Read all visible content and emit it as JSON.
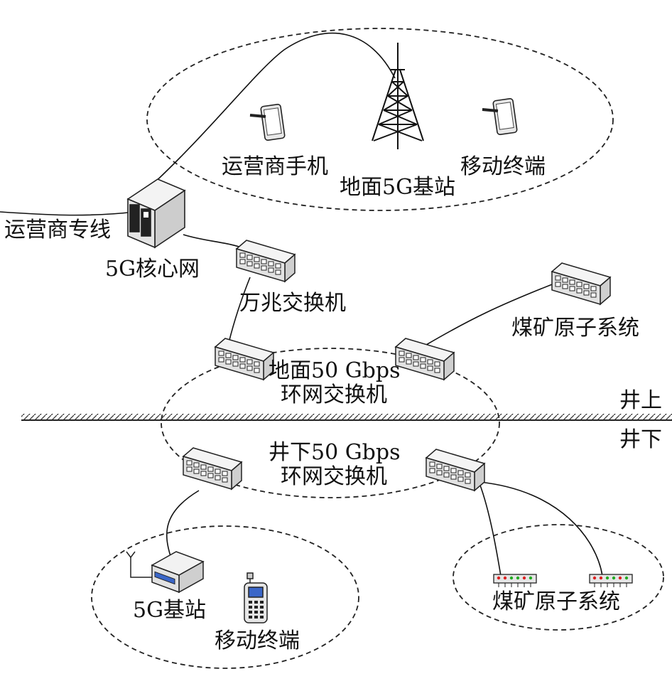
{
  "labels": {
    "operator_phone": "运营商手机",
    "mobile_terminal_top": "移动终端",
    "ground_5g_bs": "地面5G基站",
    "operator_line": "运营商专线",
    "core_5g": "5G核心网",
    "switch_10g": "万兆交换机",
    "ground_ring_l1": "地面50 Gbps",
    "ground_ring_l2": "环网交换机",
    "atomic_system_top": "煤矿原子系统",
    "above_ground": "井上",
    "below_ground": "井下",
    "under_ring_l1": "井下50 Gbps",
    "under_ring_l2": "环网交换机",
    "bs_5g_under": "5G基站",
    "mobile_terminal_under": "移动终端",
    "atomic_system_under": "煤矿原子系统"
  },
  "icons": {
    "tower": "cell-tower-icon",
    "tablet": "tablet-icon",
    "server": "server-icon",
    "switch": "network-switch-icon",
    "base_station": "base-station-icon",
    "phone": "mobile-phone-icon",
    "atomic_device": "device-strip-icon"
  },
  "colors": {
    "line": "#111111",
    "switch_top": "#f2f2f2",
    "switch_front": "#d9d9d9",
    "led_red": "#d22",
    "led_green": "#2a2",
    "screen_blue": "#3a66c8"
  }
}
